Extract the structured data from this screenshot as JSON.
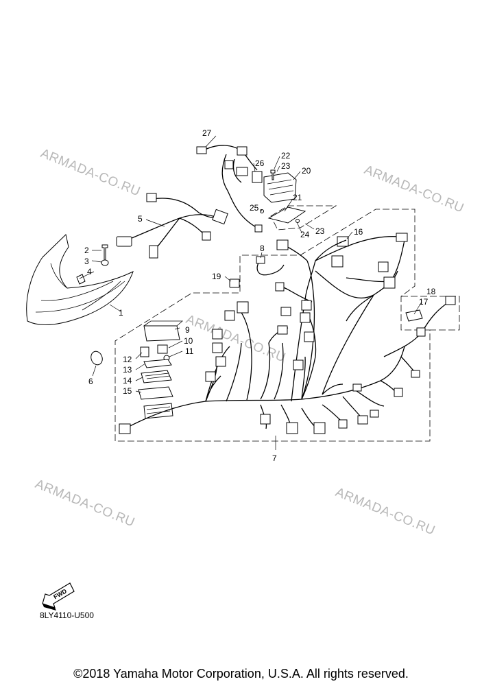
{
  "watermarks": [
    {
      "text": "ARMADA-CO.RU"
    },
    {
      "text": "ARMADA-CO.RU"
    },
    {
      "text": "ARMADA-CO.RU"
    },
    {
      "text": "ARMADA-CO.RU"
    },
    {
      "text": "ARMADA-CO.RU"
    }
  ],
  "callouts": [
    "1",
    "2",
    "3",
    "4",
    "5",
    "6",
    "7",
    "8",
    "9",
    "10",
    "11",
    "12",
    "13",
    "14",
    "15",
    "16",
    "17",
    "18",
    "19",
    "20",
    "21",
    "22",
    "23",
    "23",
    "24",
    "25",
    "26",
    "27"
  ],
  "fwd_label": "FWD",
  "part_code": "8LY4110-U500",
  "copyright": "©2018 Yamaha Motor Corporation, U.S.A. All rights reserved."
}
